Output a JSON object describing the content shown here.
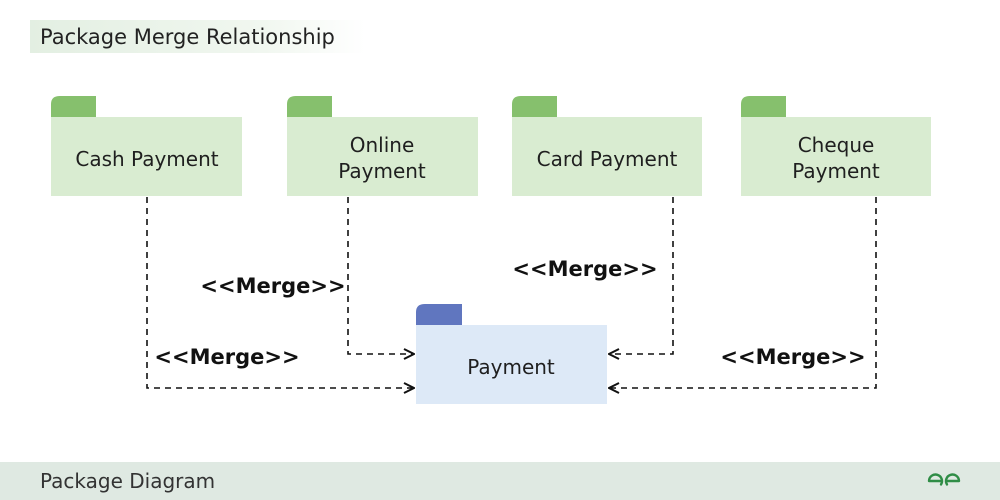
{
  "title": "Package Merge Relationship",
  "packages": {
    "cash": {
      "line1": "Cash Payment",
      "line2": ""
    },
    "online": {
      "line1": "Online",
      "line2": "Payment"
    },
    "card": {
      "line1": "Card Payment",
      "line2": ""
    },
    "cheque": {
      "line1": "Cheque",
      "line2": "Payment"
    },
    "payment": {
      "line1": "Payment",
      "line2": ""
    }
  },
  "merge_label": "<<Merge>>",
  "footer": {
    "label": "Package Diagram",
    "logo_icon": "geeksforgeeks-logo-icon"
  },
  "colors": {
    "package_body": "#d9ecd1",
    "package_tab": "#86c06d",
    "target_body": "#dde9f7",
    "target_tab": "#6076bf",
    "footer_bg": "#dfe9e2",
    "logo": "#2f8d46"
  }
}
